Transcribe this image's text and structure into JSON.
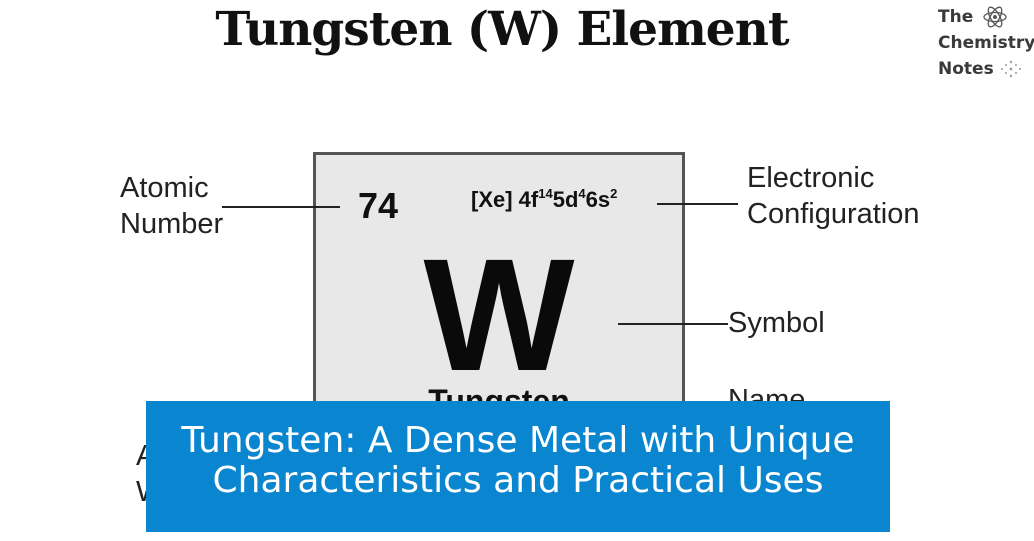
{
  "title": "Tungsten (W) Element",
  "logo": {
    "line1": "The",
    "line2": "Chemistry",
    "line3": "Notes",
    "icon": "atom-icon"
  },
  "card": {
    "atomic_number": "74",
    "config_prefix": "[Xe] 4f",
    "config_sup1": "14",
    "config_mid1": "5d",
    "config_sup2": "4",
    "config_mid2": "6s",
    "config_sup3": "2",
    "symbol": "W",
    "name": "Tungsten"
  },
  "labels": {
    "atomic_number_line1": "Atomic",
    "atomic_number_line2": "Number",
    "electronic_line1": "Electronic",
    "electronic_line2": "Configuration",
    "symbol": "Symbol",
    "name": "Name",
    "partial_left_line1": "A",
    "partial_left_line2": "W"
  },
  "banner": {
    "text": "Tungsten: A Dense Metal with Unique Characteristics and Practical Uses",
    "color": "#0a85cf"
  }
}
